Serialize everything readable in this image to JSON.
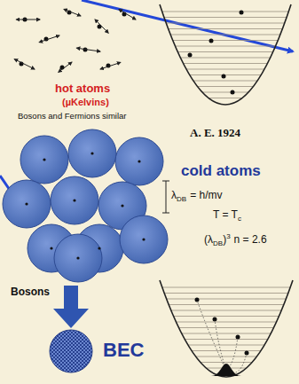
{
  "diagram": {
    "labels": [
      "hot atoms",
      "(µKelvins)",
      "Bosons and Fermions similar",
      "A. E. 1924",
      "λ",
      "DB",
      "= h/mv",
      "cold atoms",
      "T = T",
      "c",
      "(λ",
      "DB",
      ")",
      "3",
      "n = 2.6",
      "Bosons",
      "BEC"
    ]
  }
}
